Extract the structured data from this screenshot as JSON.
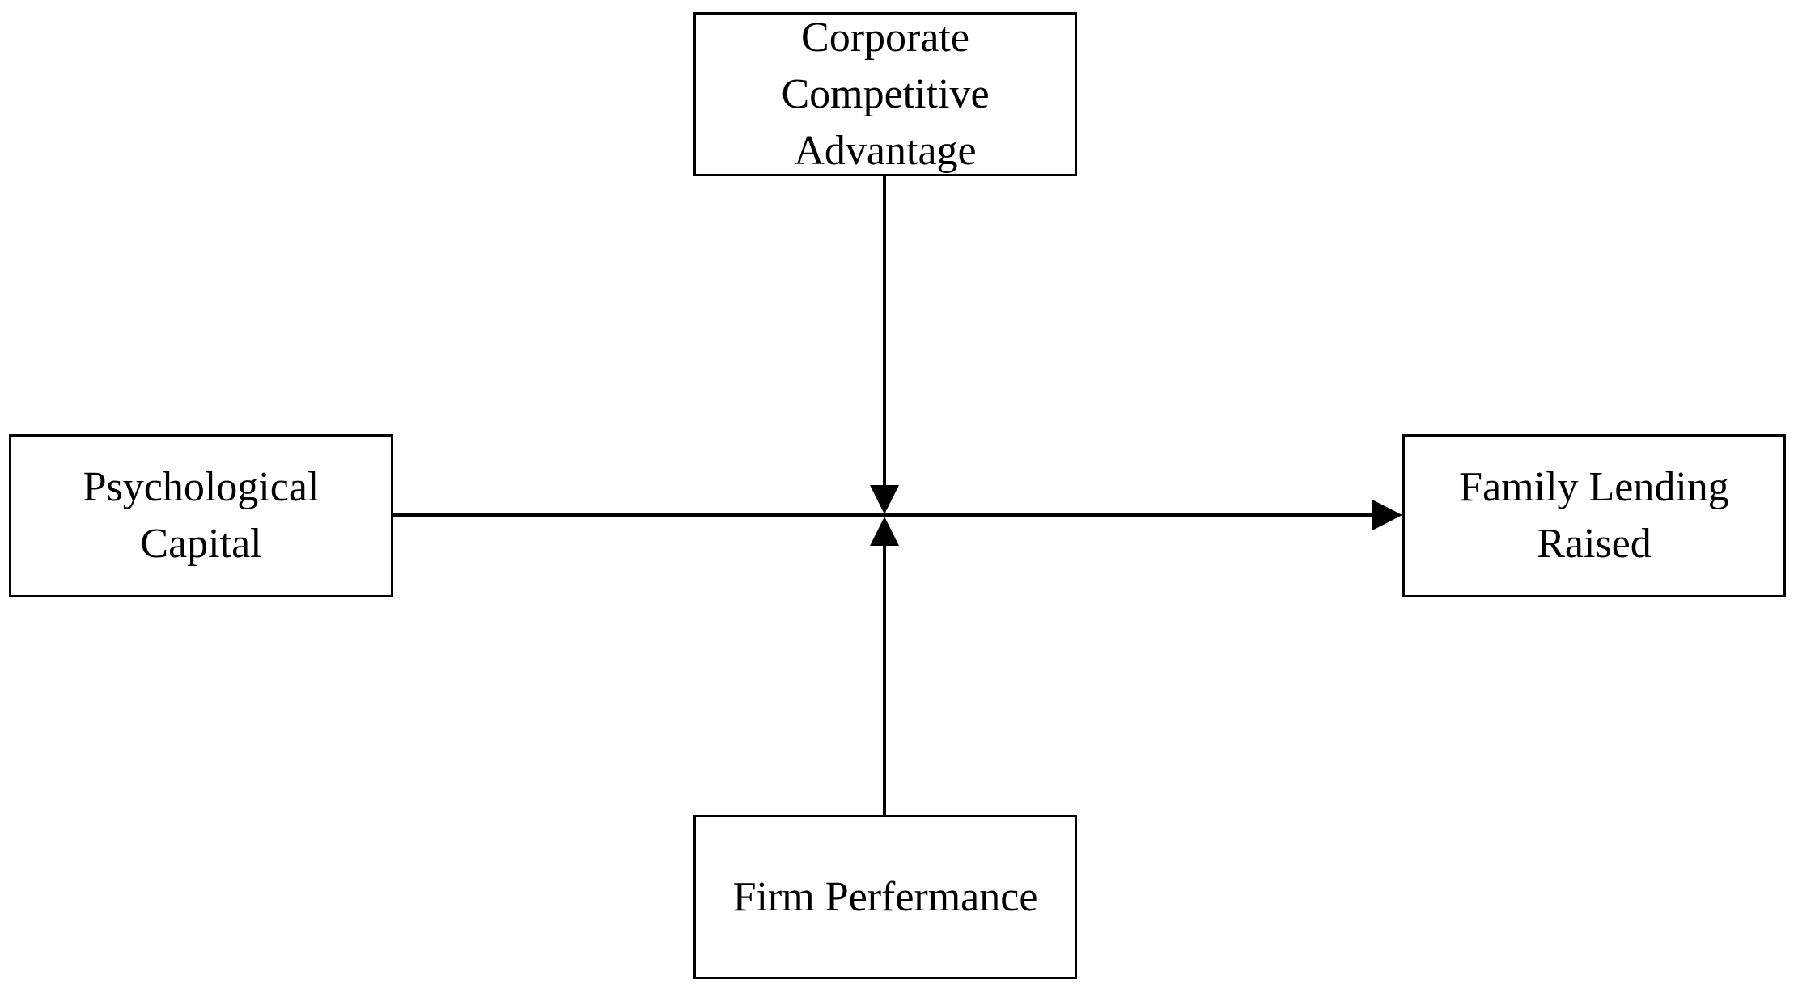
{
  "diagram": {
    "nodes": {
      "top": {
        "lines": [
          "Corporate",
          "Competitive",
          "Advantage"
        ]
      },
      "left": {
        "lines": [
          "Psychological",
          "Capital"
        ]
      },
      "right": {
        "lines": [
          "Family Lending",
          "Raised"
        ]
      },
      "bottom": {
        "lines": [
          "Firm Perfermance"
        ]
      }
    },
    "edges": [
      {
        "from": "left",
        "to": "right",
        "type": "arrow"
      },
      {
        "from": "top",
        "to": "left-right-path",
        "type": "arrow"
      },
      {
        "from": "bottom",
        "to": "left-right-path",
        "type": "arrow"
      }
    ],
    "stroke_color": "#000000",
    "background_color": "#ffffff"
  }
}
